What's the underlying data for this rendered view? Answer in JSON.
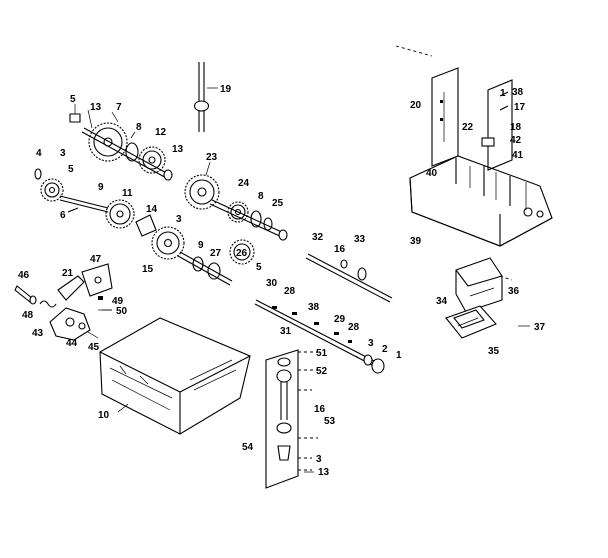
{
  "callouts": [
    {
      "id": "c1",
      "text": "19"
    },
    {
      "id": "c2",
      "text": "5"
    },
    {
      "id": "c3",
      "text": "13"
    },
    {
      "id": "c4",
      "text": "7"
    },
    {
      "id": "c5",
      "text": "8"
    },
    {
      "id": "c6",
      "text": "12"
    },
    {
      "id": "c7",
      "text": "3"
    },
    {
      "id": "c8",
      "text": "13"
    },
    {
      "id": "c9",
      "text": "4"
    },
    {
      "id": "c10",
      "text": "5"
    },
    {
      "id": "c11",
      "text": "9"
    },
    {
      "id": "c12",
      "text": "11"
    },
    {
      "id": "c13",
      "text": "6"
    },
    {
      "id": "c14",
      "text": "14"
    },
    {
      "id": "c15",
      "text": "23"
    },
    {
      "id": "c16",
      "text": "24"
    },
    {
      "id": "c17",
      "text": "8"
    },
    {
      "id": "c18",
      "text": "25"
    },
    {
      "id": "c19",
      "text": "3"
    },
    {
      "id": "c20",
      "text": "15"
    },
    {
      "id": "c21",
      "text": "9"
    },
    {
      "id": "c22",
      "text": "27"
    },
    {
      "id": "c23",
      "text": "26"
    },
    {
      "id": "c24",
      "text": "5"
    },
    {
      "id": "c25",
      "text": "47"
    },
    {
      "id": "c26",
      "text": "46"
    },
    {
      "id": "c27",
      "text": "21"
    },
    {
      "id": "c28",
      "text": "48"
    },
    {
      "id": "c29",
      "text": "49"
    },
    {
      "id": "c30",
      "text": "50"
    },
    {
      "id": "c31",
      "text": "43"
    },
    {
      "id": "c32",
      "text": "44"
    },
    {
      "id": "c33",
      "text": "45"
    },
    {
      "id": "c34",
      "text": "32"
    },
    {
      "id": "c35",
      "text": "16"
    },
    {
      "id": "c36",
      "text": "33"
    },
    {
      "id": "c37",
      "text": "30"
    },
    {
      "id": "c38",
      "text": "28"
    },
    {
      "id": "c39",
      "text": "38"
    },
    {
      "id": "c40",
      "text": "31"
    },
    {
      "id": "c41",
      "text": "29"
    },
    {
      "id": "c42",
      "text": "28"
    },
    {
      "id": "c43",
      "text": "3"
    },
    {
      "id": "c44",
      "text": "2"
    },
    {
      "id": "c45",
      "text": "1"
    },
    {
      "id": "c46",
      "text": "10"
    },
    {
      "id": "c47",
      "text": "51"
    },
    {
      "id": "c48",
      "text": "52"
    },
    {
      "id": "c49",
      "text": "16"
    },
    {
      "id": "c50",
      "text": "53"
    },
    {
      "id": "c51",
      "text": "54"
    },
    {
      "id": "c52",
      "text": "3"
    },
    {
      "id": "c53",
      "text": "13"
    },
    {
      "id": "c54",
      "text": "20"
    },
    {
      "id": "c55",
      "text": "1"
    },
    {
      "id": "c56",
      "text": "38"
    },
    {
      "id": "c57",
      "text": "17"
    },
    {
      "id": "c58",
      "text": "22"
    },
    {
      "id": "c59",
      "text": "18"
    },
    {
      "id": "c60",
      "text": "42"
    },
    {
      "id": "c61",
      "text": "41"
    },
    {
      "id": "c62",
      "text": "40"
    },
    {
      "id": "c63",
      "text": "39"
    },
    {
      "id": "c64",
      "text": "36"
    },
    {
      "id": "c65",
      "text": "34"
    },
    {
      "id": "c66",
      "text": "37"
    },
    {
      "id": "c67",
      "text": "35"
    }
  ]
}
